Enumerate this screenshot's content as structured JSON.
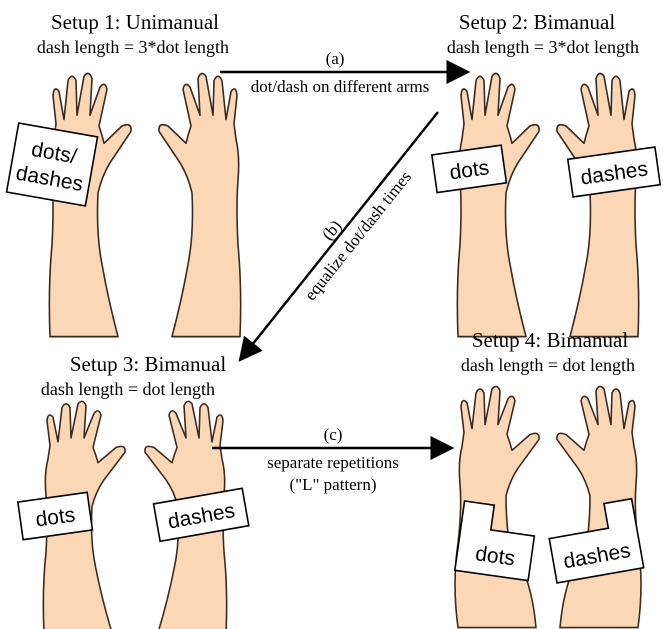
{
  "setups": [
    {
      "title": "Setup 1: Unimanual",
      "subtitle": "dash length = 3*dot length",
      "sensor_label_line1": "dots/",
      "sensor_label_line2": "dashes"
    },
    {
      "title": "Setup 2: Bimanual",
      "subtitle": "dash length = 3*dot length",
      "left_sensor": "dots",
      "right_sensor": "dashes"
    },
    {
      "title": "Setup 3: Bimanual",
      "subtitle": "dash length = dot length",
      "left_sensor": "dots",
      "right_sensor": "dashes"
    },
    {
      "title": "Setup 4: Bimanual",
      "subtitle": "dash length = dot length",
      "left_sensor": "dots",
      "right_sensor": "dashes"
    }
  ],
  "transitions": [
    {
      "tag": "(a)",
      "label": "dot/dash on different arms"
    },
    {
      "tag": "(b)",
      "label": "equalize dot/dash times"
    },
    {
      "tag": "(c)",
      "label_line1": "separate repetitions",
      "label_line2": "(\"L\" pattern)"
    }
  ],
  "colors": {
    "skin": "#fbd7b6",
    "outline": "#3b2a1e",
    "arrow": "#000000"
  }
}
